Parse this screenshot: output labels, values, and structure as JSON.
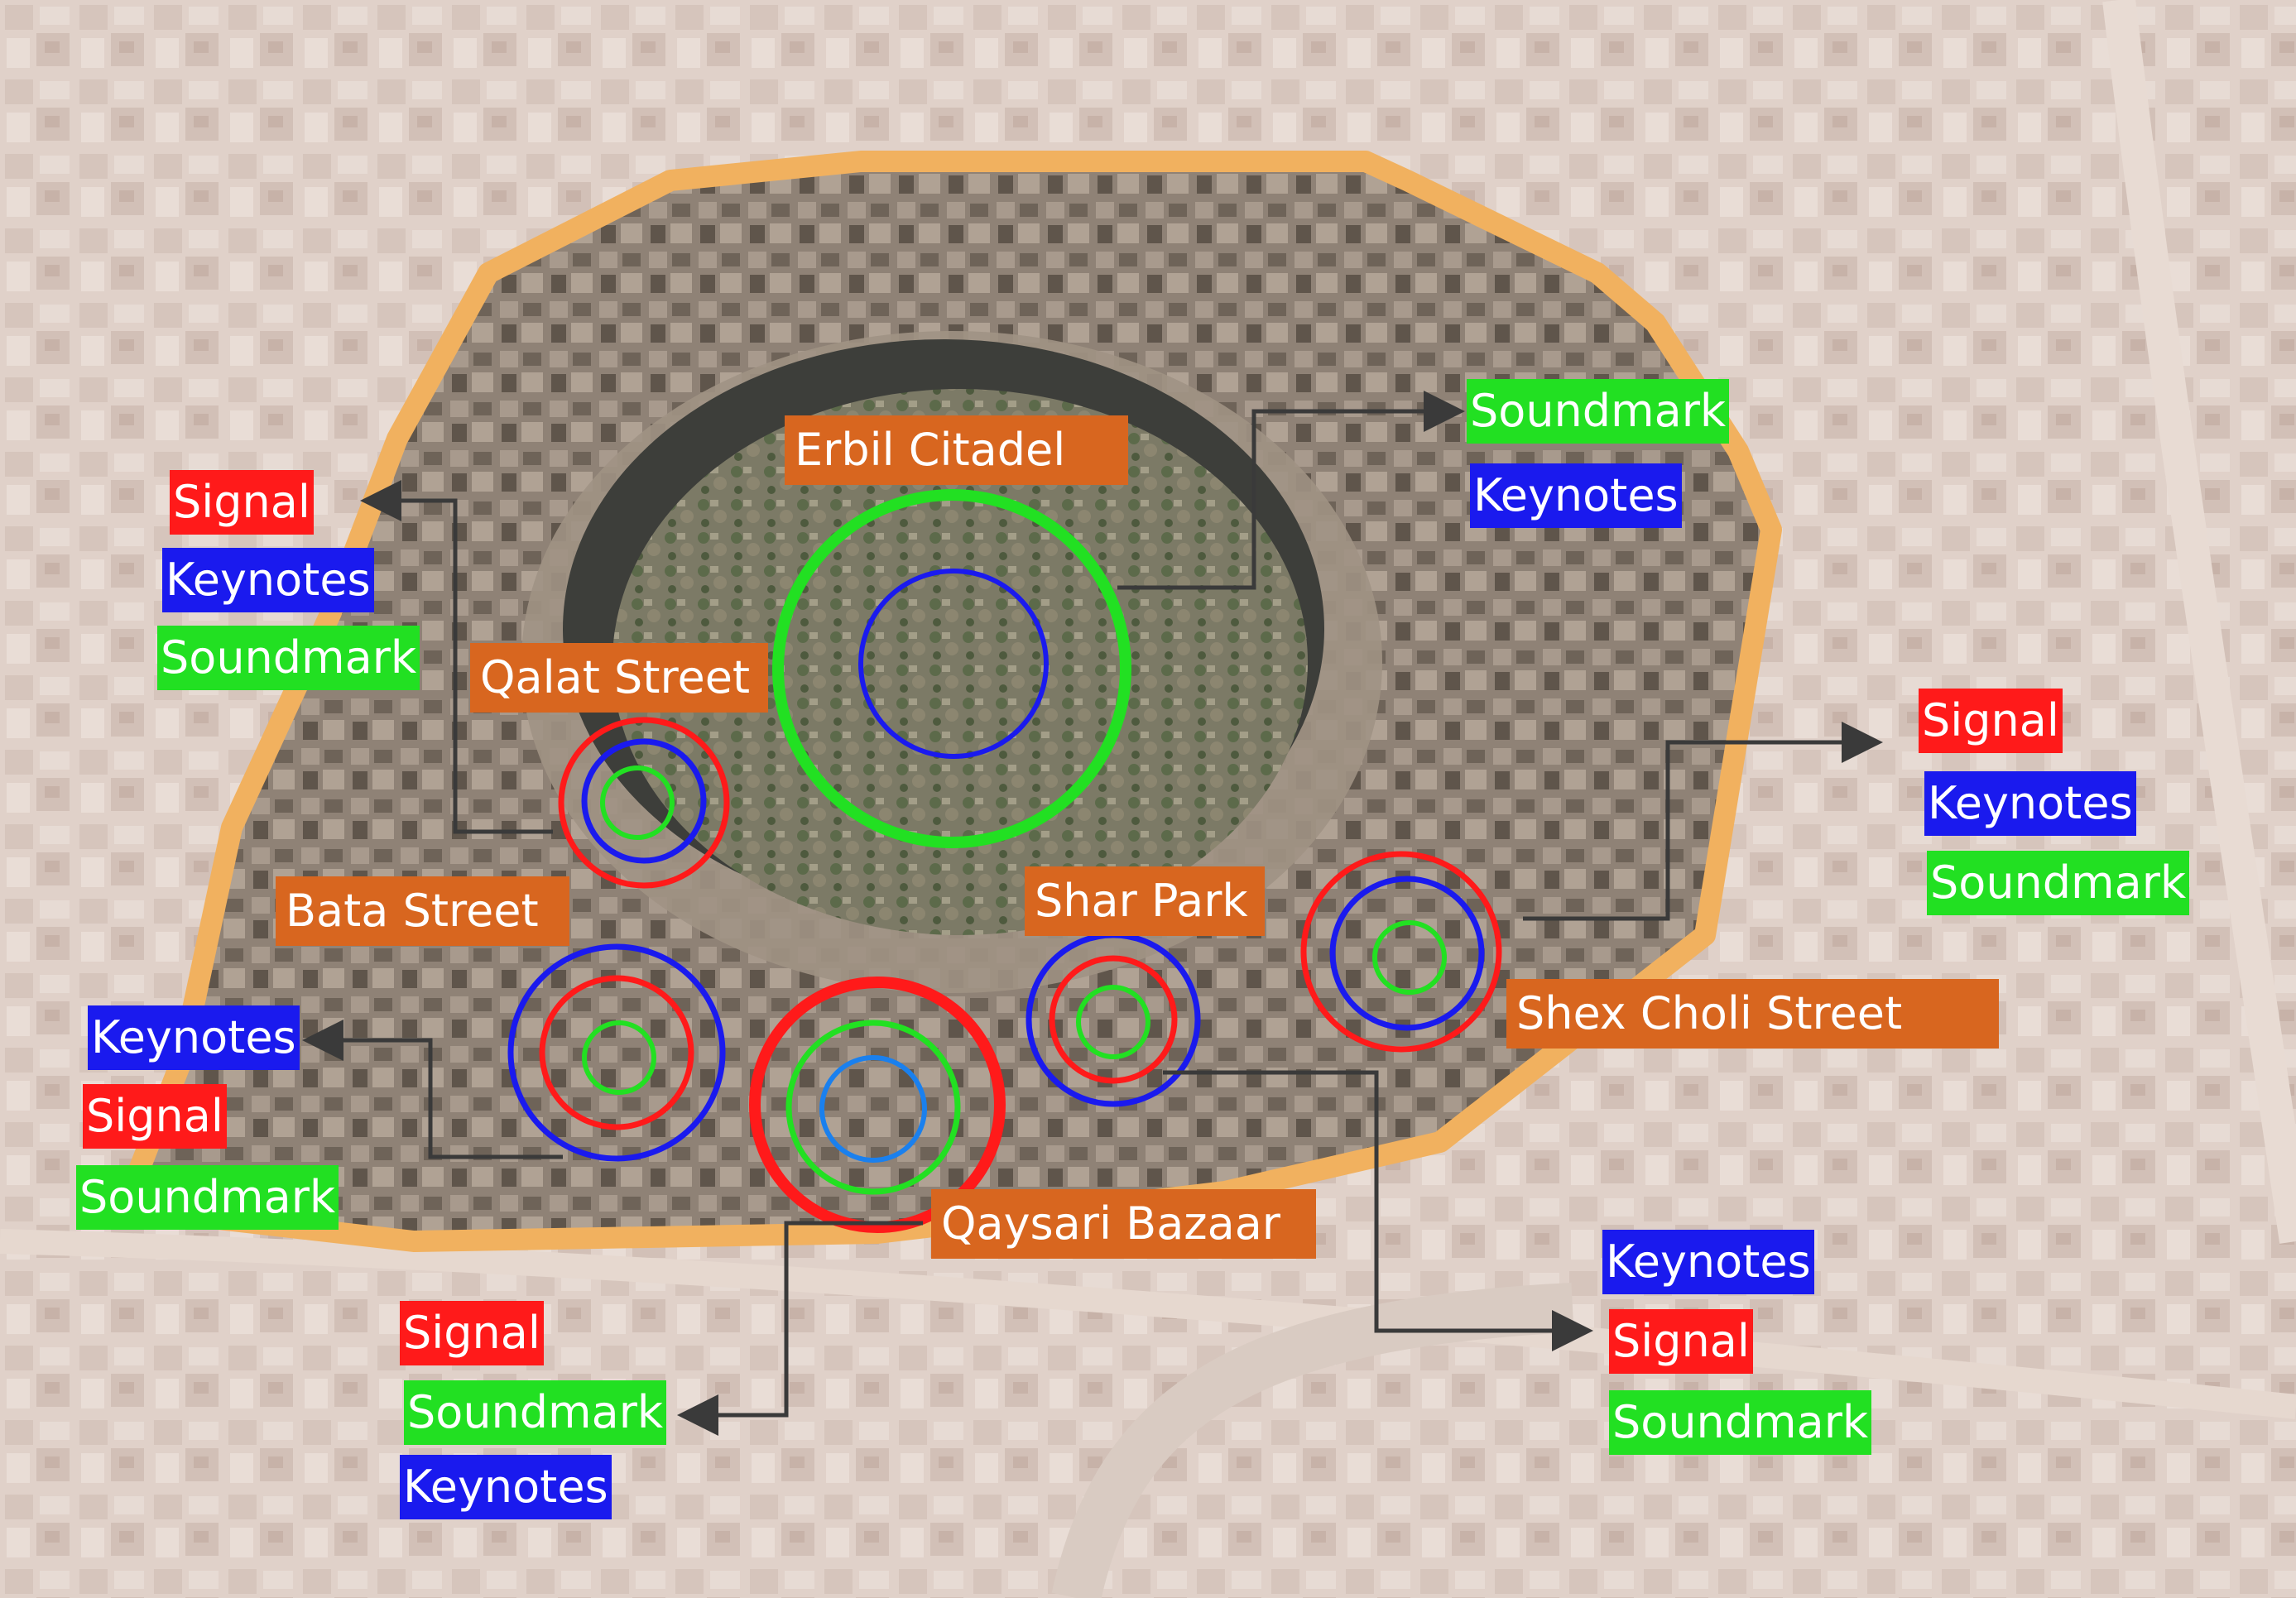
{
  "colors": {
    "site_label_bg": "#d8661f",
    "signal": "#ff1a1a",
    "keynotes": "#1a1aee",
    "soundmark": "#22e022",
    "boundary": "#f1b15f",
    "leader": "#3a3a3a"
  },
  "legend_terms": {
    "signal": "Signal",
    "keynotes": "Keynotes",
    "soundmark": "Soundmark"
  },
  "sites": [
    {
      "id": "erbil-citadel",
      "name": "Erbil Citadel",
      "categories": [
        "soundmark",
        "keynotes"
      ]
    },
    {
      "id": "qalat-street",
      "name": "Qalat Street",
      "categories": [
        "signal",
        "keynotes",
        "soundmark"
      ]
    },
    {
      "id": "bata-street",
      "name": "Bata Street",
      "categories": [
        "keynotes",
        "signal",
        "soundmark"
      ]
    },
    {
      "id": "shar-park",
      "name": "Shar Park",
      "categories": [
        "keynotes",
        "signal",
        "soundmark"
      ]
    },
    {
      "id": "shex-choli-street",
      "name": "Shex Choli Street",
      "categories": [
        "signal",
        "keynotes",
        "soundmark"
      ]
    },
    {
      "id": "qaysari-bazaar",
      "name": "Qaysari Bazaar",
      "categories": [
        "signal",
        "soundmark",
        "keynotes"
      ]
    }
  ]
}
